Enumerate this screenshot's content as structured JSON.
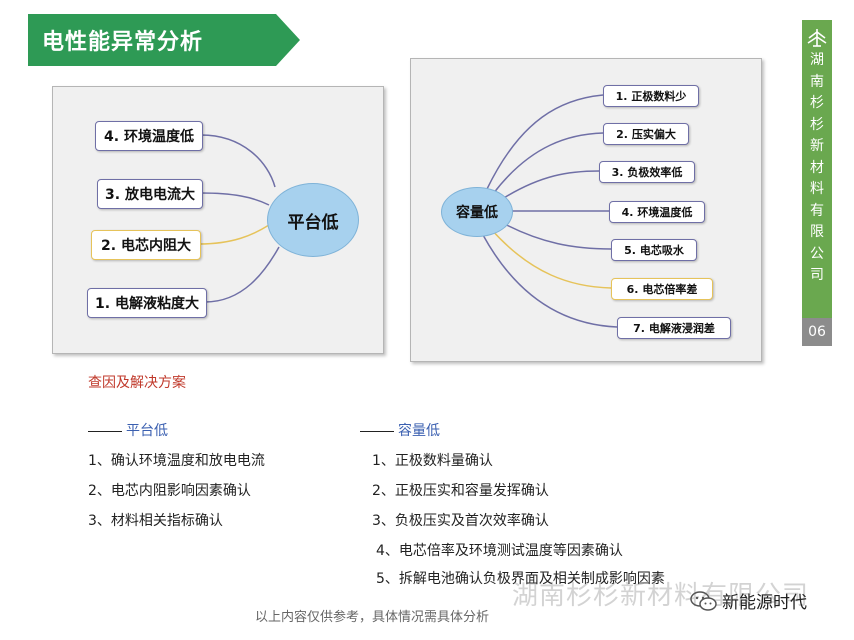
{
  "header": {
    "title": "电性能异常分析"
  },
  "sidebar": {
    "company": "湖南杉杉新材料有限公司",
    "page_number": "06"
  },
  "mindmap_left": {
    "center": "平台低",
    "branches": [
      "4. 环境温度低",
      "3. 放电电流大",
      "2. 电芯内阻大",
      "1. 电解液粘度大"
    ]
  },
  "mindmap_right": {
    "center": "容量低",
    "branches": [
      "1. 正极数料少",
      "2. 压实偏大",
      "3. 负极效率低",
      "4. 环境温度低",
      "5. 电芯吸水",
      "6. 电芯倍率差",
      "7. 电解液浸润差"
    ]
  },
  "solutions": {
    "heading": "查因及解决方案",
    "platform": {
      "title": "平台低",
      "items": [
        "1、确认环境温度和放电电流",
        "2、电芯内阻影响因素确认",
        "3、材料相关指标确认"
      ]
    },
    "capacity": {
      "title": "容量低",
      "items": [
        "1、正极数料量确认",
        "2、正极压实和容量发挥确认",
        "3、负极压实及首次效率确认",
        "4、电芯倍率及环境测试温度等因素确认",
        "5、拆解电池确认负极界面及相关制成影响因素"
      ]
    }
  },
  "watermark": "湖南杉杉新材料有限公司",
  "footer_note": "以上内容仅供参考，具体情况需具体分析",
  "wechat": {
    "account": "新能源时代",
    "icon": "wechat-icon"
  },
  "colors": {
    "banner_green": "#2e9a55",
    "sidebar_green": "#6aa84f",
    "center_blue": "#a7d1ee",
    "heading_red": "#c0392b"
  }
}
